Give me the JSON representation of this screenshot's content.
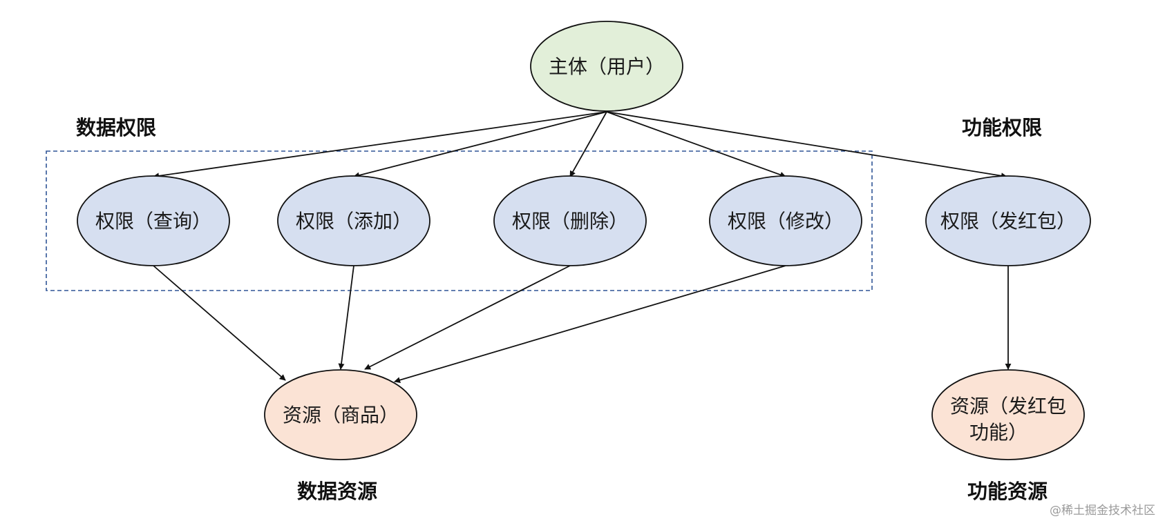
{
  "colors": {
    "subject_fill": "#e2efd9",
    "permission_fill": "#d6dff0",
    "resource_fill": "#fbe3d5",
    "stroke": "#111111",
    "group_border": "#2f5496"
  },
  "nodes": {
    "subject": "主体（用户）",
    "perm_query": "权限（查询）",
    "perm_add": "权限（添加）",
    "perm_delete": "权限（删除）",
    "perm_modify": "权限（修改）",
    "perm_redpacket": "权限（发红包）",
    "resource_goods": "资源（商品）",
    "resource_redpacket_line1": "资源（发红包",
    "resource_redpacket_line2": "功能）"
  },
  "labels": {
    "data_permission": "数据权限",
    "function_permission": "功能权限",
    "data_resource": "数据资源",
    "function_resource": "功能资源"
  },
  "watermark": "@稀土掘金技术社区"
}
